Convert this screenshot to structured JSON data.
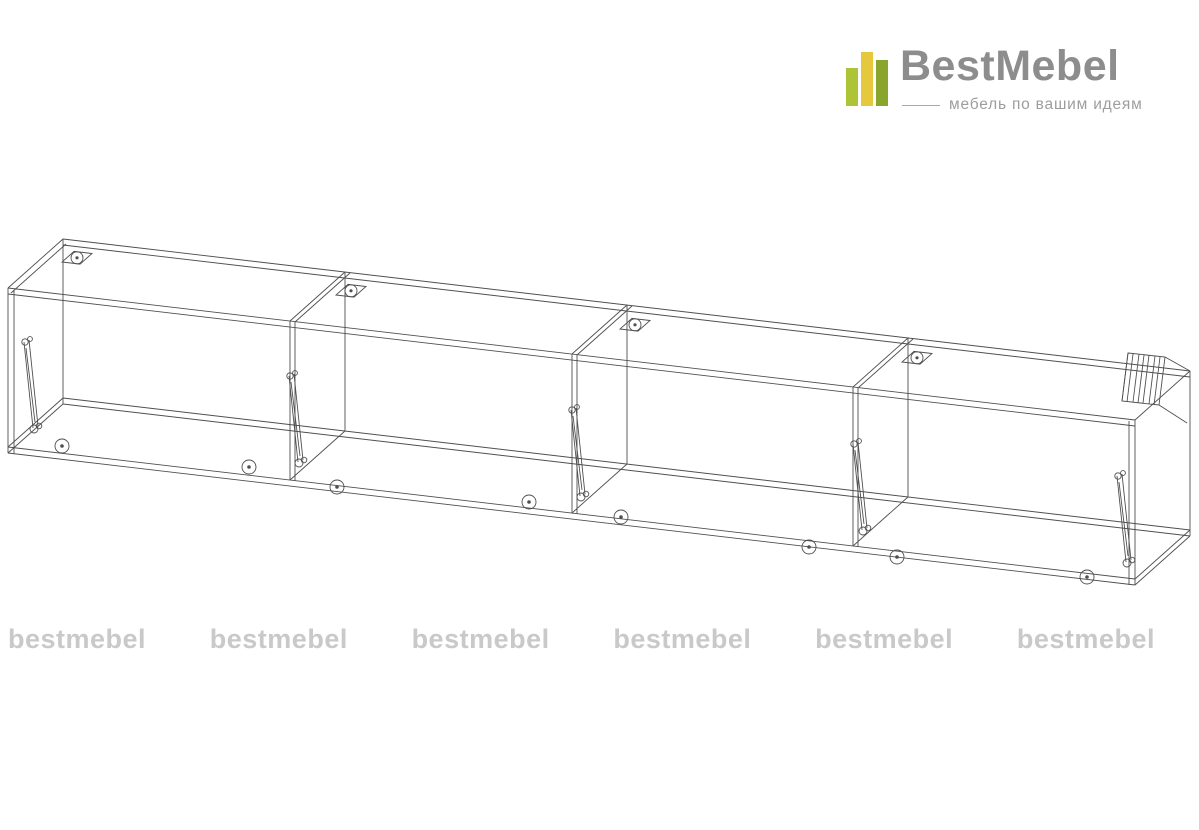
{
  "brand": {
    "name_best": "Best",
    "name_mebel": "Mebel",
    "tagline": "мебель по вашим идеям"
  },
  "watermark": {
    "text": "bestmebel"
  },
  "colors": {
    "logo_text": "#8d8d8d",
    "tagline_text": "#9d9d9d",
    "watermark_text": "#c9c9c9",
    "line": "#4f4f4f",
    "logo_bars": [
      "#aec437",
      "#e6c83c",
      "#89a52c"
    ]
  },
  "drawing": {
    "sections": 4
  }
}
